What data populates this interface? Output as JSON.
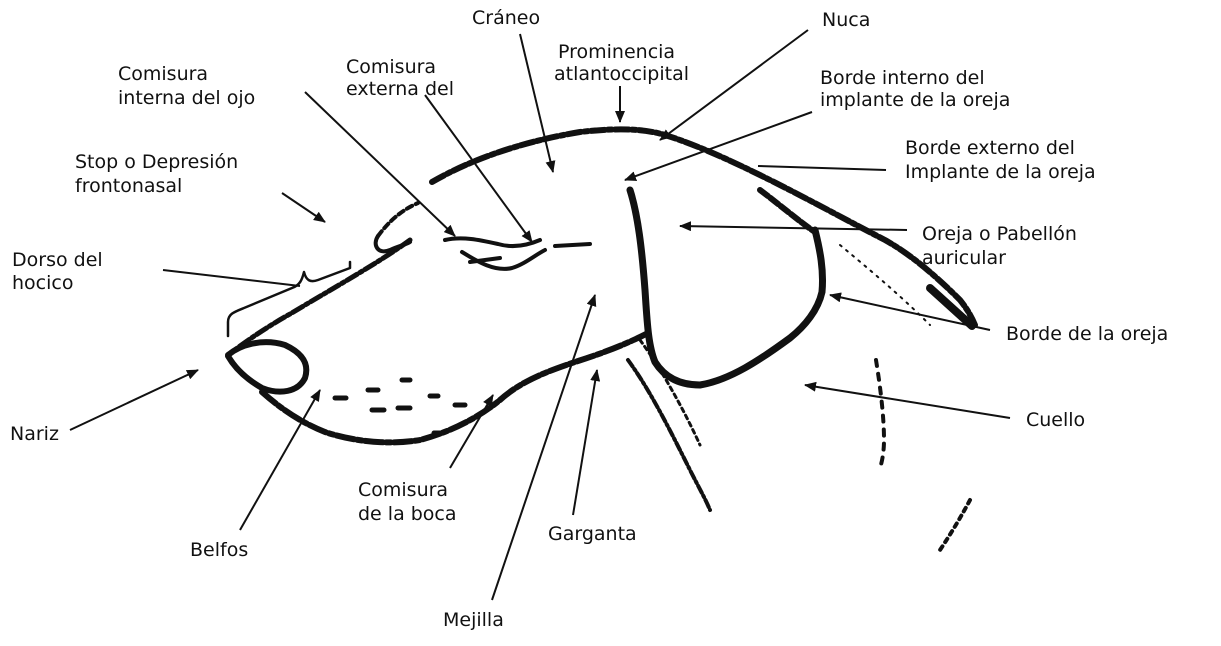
{
  "labels": {
    "craneo": "Cráneo",
    "nuca": "Nuca",
    "prominencia_1": "Prominencia",
    "prominencia_2": "atlantoccipital",
    "comisura_interna_1": "Comisura",
    "comisura_interna_2": "interna del ojo",
    "comisura_externa_1": "Comisura",
    "comisura_externa_2": "externa del",
    "borde_interno_1": "Borde interno del",
    "borde_interno_2": "implante de la oreja",
    "borde_externo_1": "Borde externo del",
    "borde_externo_2": "Implante de la oreja",
    "stop_1": "Stop o Depresión",
    "stop_2": "frontonasal",
    "oreja_1": "Oreja o Pabellón",
    "oreja_2": "auricular",
    "dorso_1": "Dorso del",
    "dorso_2": "hocico",
    "borde_oreja": "Borde de la oreja",
    "nariz": "Nariz",
    "cuello": "Cuello",
    "comisura_boca_1": "Comisura",
    "comisura_boca_2": "de la boca",
    "garganta": "Garganta",
    "belfos": "Belfos",
    "mejilla": "Mejilla"
  },
  "colors": {
    "ink": "#111111",
    "background": "#ffffff"
  }
}
